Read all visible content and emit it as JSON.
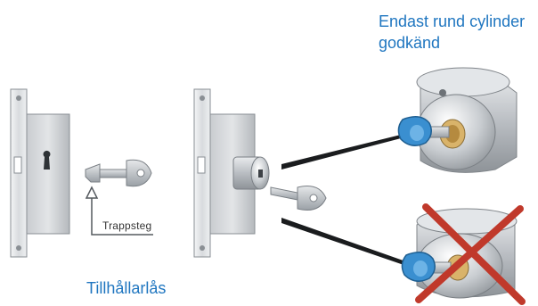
{
  "captions": {
    "approved_line1": "Endast rund cylinder",
    "approved_line2": "godkänd",
    "lever_lock": "Tillhållarlås",
    "step": "Trappsteg"
  },
  "colors": {
    "caption_blue": "#1f76c0",
    "cross_red": "#c0392b",
    "key_blue": "#3a8fd0"
  },
  "icons": {
    "lever_lock": "mortise-lever-lock-with-keyhole",
    "lever_key": "stepped-lever-key",
    "cylinder_lock": "mortise-lock-with-cylinder",
    "flat_key": "cylinder-key",
    "approved": "round-cylinder-with-blue-key",
    "rejected": "oval-cylinder-with-blue-key-crossed-out"
  }
}
